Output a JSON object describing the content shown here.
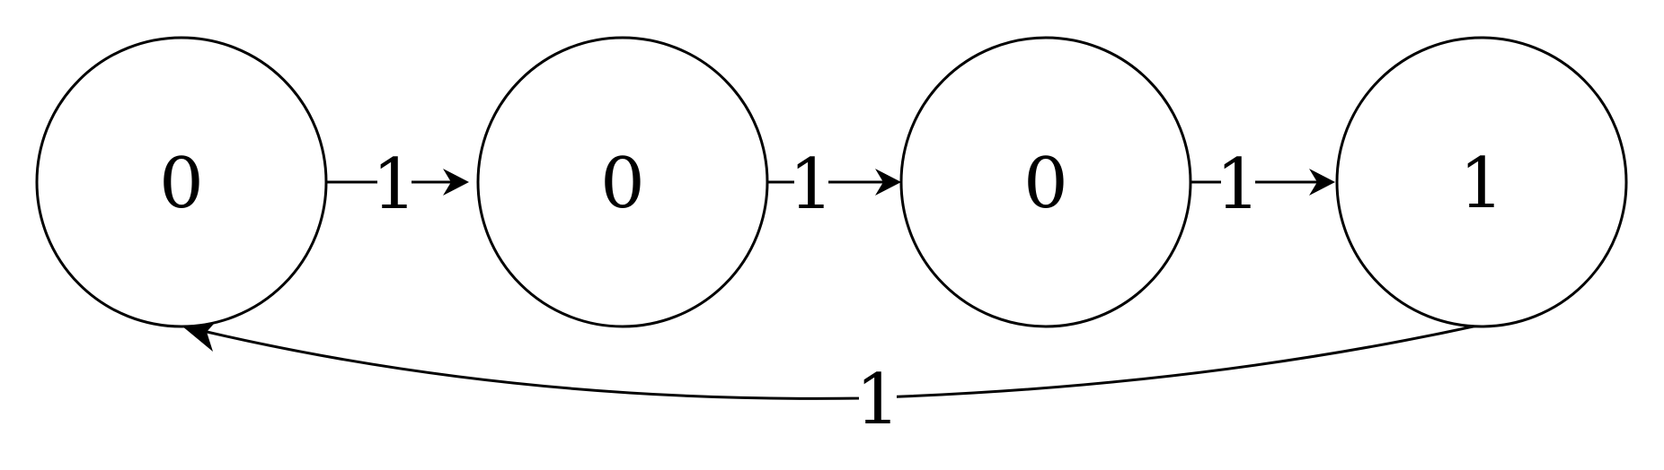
{
  "nodes": [
    {
      "id": "n1",
      "label": "0"
    },
    {
      "id": "n2",
      "label": "0"
    },
    {
      "id": "n3",
      "label": "0"
    },
    {
      "id": "n4",
      "label": "1"
    }
  ],
  "edges": [
    {
      "from": "n1",
      "to": "n2",
      "label": "1"
    },
    {
      "from": "n2",
      "to": "n3",
      "label": "1"
    },
    {
      "from": "n3",
      "to": "n4",
      "label": "1"
    },
    {
      "from": "n4",
      "to": "n1",
      "label": "1"
    }
  ]
}
